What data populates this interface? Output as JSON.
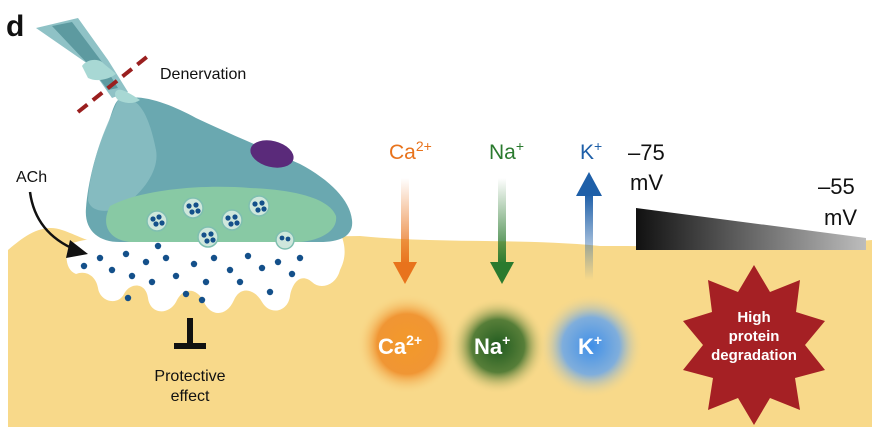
{
  "panel_label": "d",
  "labels": {
    "denervation": "Denervation",
    "ach": "ACh",
    "protective_line1": "Protective",
    "protective_line2": "effect",
    "ca_top_base": "Ca",
    "ca_top_sup": "2+",
    "na_top_base": "Na",
    "na_top_sup": "+",
    "k_top_base": "K",
    "k_top_sup": "+",
    "ca_ion_base": "Ca",
    "ca_ion_sup": "2+",
    "na_ion_base": "Na",
    "na_ion_sup": "+",
    "k_ion_base": "K",
    "k_ion_sup": "+",
    "voltage_left_value": "–75",
    "voltage_left_unit": "mV",
    "voltage_right_value": "–55",
    "voltage_right_unit": "mV",
    "degradation_line1": "High",
    "degradation_line2": "protein",
    "degradation_line3": "degradation"
  },
  "colors": {
    "calcium": "#e8731c",
    "sodium": "#2a7a2e",
    "potassium": "#1e5fa8",
    "muscle": "#f8d98a",
    "neuron": "#6aa8b0",
    "degradation": "#a52024"
  }
}
